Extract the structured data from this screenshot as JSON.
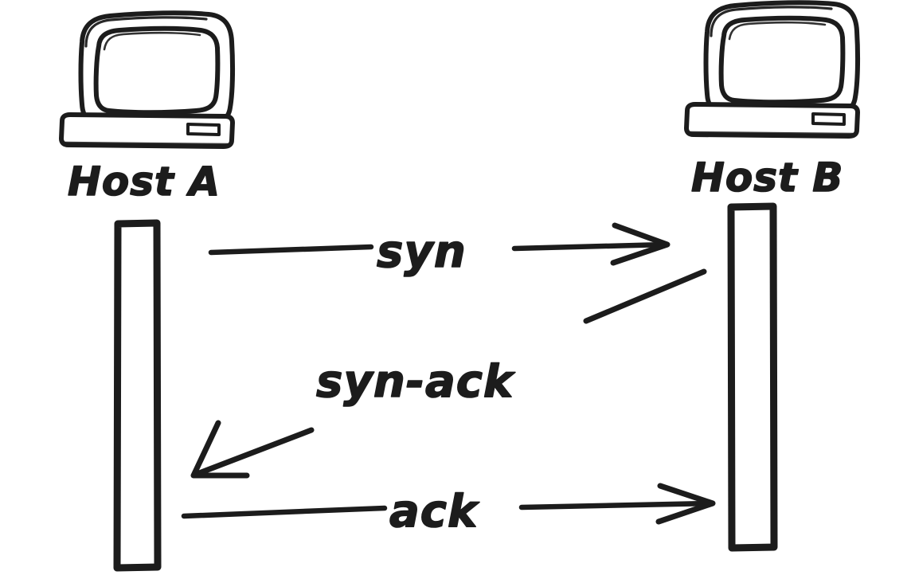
{
  "diagram": {
    "title": "TCP three-way handshake sequence diagram",
    "style": "hand-drawn sketch",
    "background_color": "#ffffff",
    "ink_color": "#1c1c1c"
  },
  "nodes": [
    {
      "id": "host-a",
      "label": "Host A",
      "icon": "desktop-computer-icon",
      "side": "left"
    },
    {
      "id": "host-b",
      "label": "Host B",
      "icon": "desktop-computer-icon",
      "side": "right"
    }
  ],
  "lifelines": [
    {
      "id": "lifeline-a",
      "owner": "Host A"
    },
    {
      "id": "lifeline-b",
      "owner": "Host B"
    }
  ],
  "messages": [
    {
      "id": "msg-syn",
      "label": "syn",
      "from": "Host A",
      "to": "Host B",
      "direction": "right",
      "order": 1
    },
    {
      "id": "msg-syn-ack",
      "label": "syn-ack",
      "from": "Host B",
      "to": "Host A",
      "direction": "left",
      "order": 2
    },
    {
      "id": "msg-ack",
      "label": "ack",
      "from": "Host A",
      "to": "Host B",
      "direction": "right",
      "order": 3
    }
  ]
}
